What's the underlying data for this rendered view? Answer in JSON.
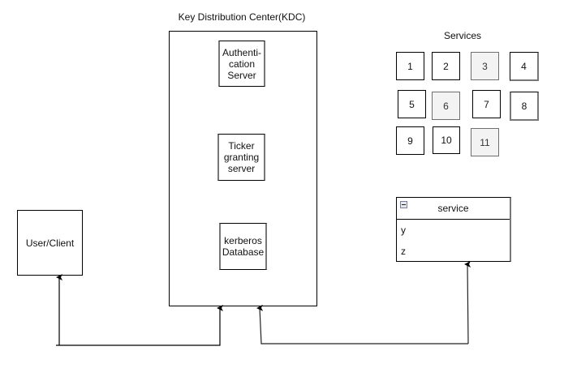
{
  "kdc": {
    "title": "Key Distribution Center(KDC)",
    "components": {
      "authentication_server": "Authenti-\ncation\nServer",
      "ticket_granting_server": "Ticker\ngranting\nserver",
      "kerberos_database": "kerberos\nDatabase"
    }
  },
  "client": {
    "label": "User/Client"
  },
  "services": {
    "title": "Services",
    "items": [
      "1",
      "2",
      "3",
      "4",
      "5",
      "6",
      "7",
      "8",
      "9",
      "10",
      "11"
    ]
  },
  "service_class": {
    "name": "service",
    "collapse_icon": "minus-box-icon",
    "attributes": [
      "y",
      "z"
    ]
  },
  "connections": [
    {
      "from": "client",
      "to": "kdc",
      "arrows": "both-ends-up"
    },
    {
      "from": "kdc",
      "to": "service_class",
      "arrows": "both-ends-up"
    }
  ]
}
